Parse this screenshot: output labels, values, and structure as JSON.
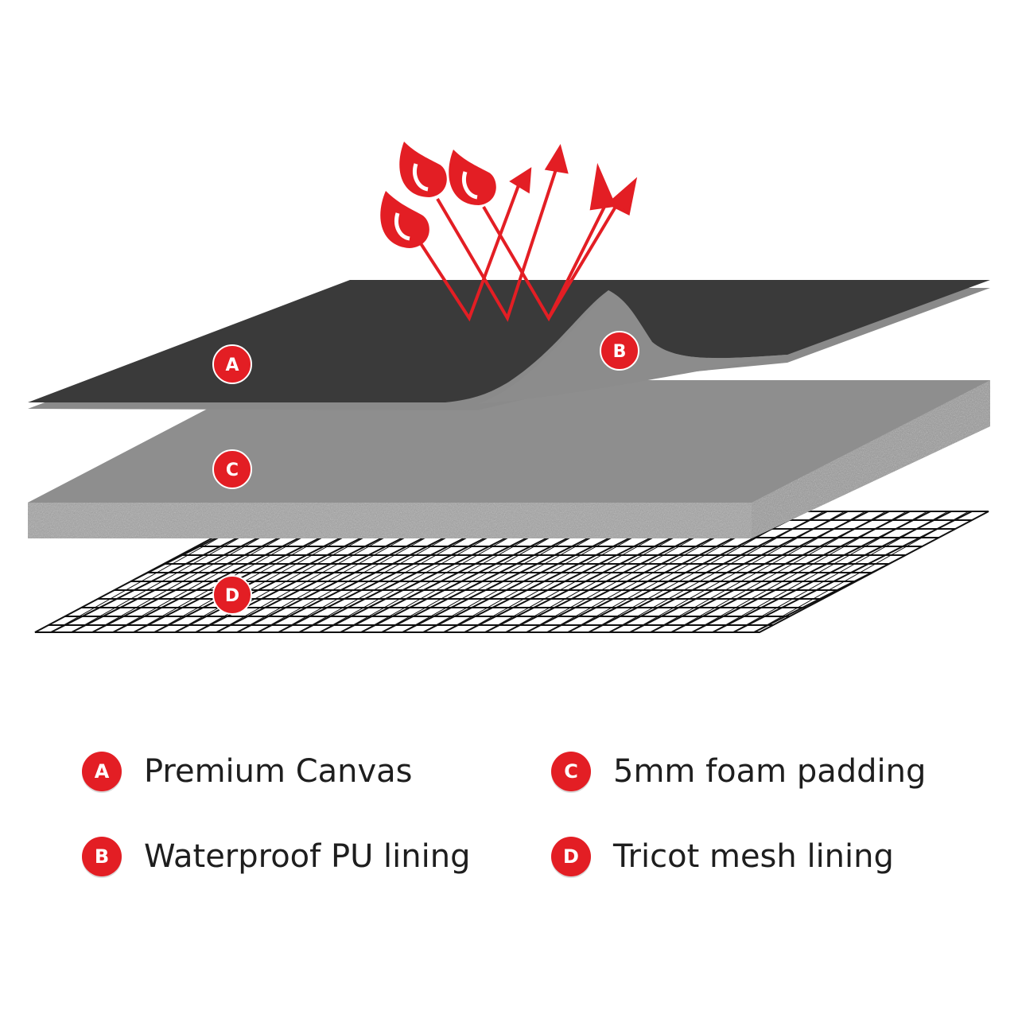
{
  "colors": {
    "accent": "#e31e24",
    "canvas": "#3b3b3b",
    "lining": "#8a8a8a",
    "foam_top": "#8f8f8f",
    "foam_edge": "#a6a6a6",
    "mesh": "#111111"
  },
  "icons": {
    "droplet": "water-drop-icon",
    "arrow": "deflect-arrow-icon"
  },
  "markers": {
    "a": "A",
    "b": "B",
    "c": "C",
    "d": "D"
  },
  "legend": [
    {
      "letter": "A",
      "label": "Premium Canvas"
    },
    {
      "letter": "B",
      "label": "Waterproof PU lining"
    },
    {
      "letter": "C",
      "label": "5mm foam padding"
    },
    {
      "letter": "D",
      "label": "Tricot mesh lining"
    }
  ]
}
